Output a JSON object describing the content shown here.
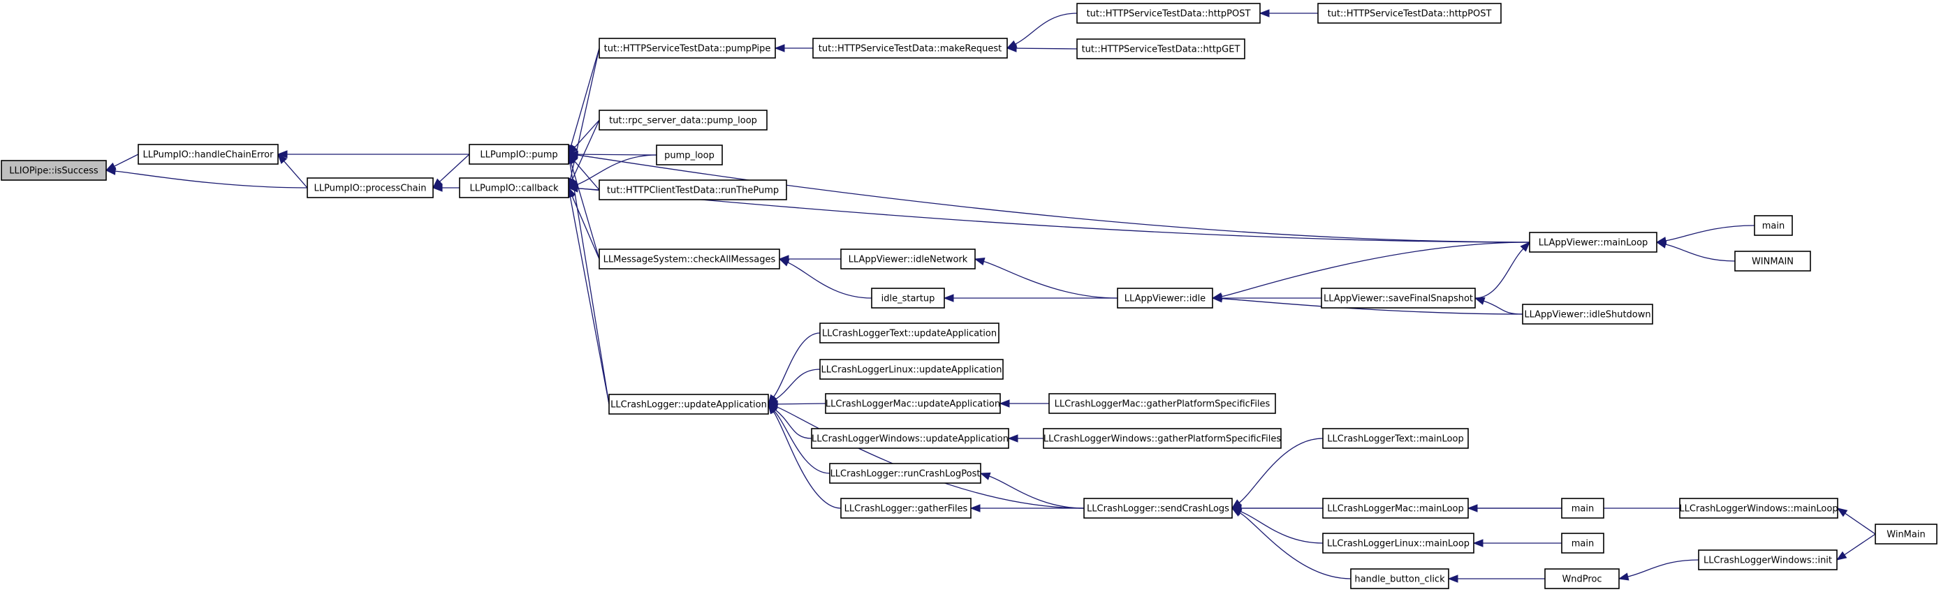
{
  "nodes": [
    {
      "id": "n0",
      "label": "LLIOPipe::isSuccess",
      "root": true
    },
    {
      "id": "n1",
      "label": "LLPumpIO::handleChainError"
    },
    {
      "id": "n2",
      "label": "LLPumpIO::processChain"
    },
    {
      "id": "n3",
      "label": "LLPumpIO::pump"
    },
    {
      "id": "n4",
      "label": "LLPumpIO::callback"
    },
    {
      "id": "n5",
      "label": "tut::HTTPServiceTestData::pumpPipe"
    },
    {
      "id": "n6",
      "label": "tut::rpc_server_data::pump_loop"
    },
    {
      "id": "n7",
      "label": "pump_loop"
    },
    {
      "id": "n8",
      "label": "tut::HTTPClientTestData::runThePump"
    },
    {
      "id": "n9",
      "label": "LLMessageSystem::checkAllMessages"
    },
    {
      "id": "n10",
      "label": "LLCrashLogger::updateApplication"
    },
    {
      "id": "n11",
      "label": "tut::HTTPServiceTestData::makeRequest"
    },
    {
      "id": "n12",
      "label": "tut::HTTPServiceTestData::httpPOST"
    },
    {
      "id": "n13",
      "label": "tut::HTTPServiceTestData::httpPOST"
    },
    {
      "id": "n14",
      "label": "tut::HTTPServiceTestData::httpGET"
    },
    {
      "id": "n15",
      "label": "LLAppViewer::mainLoop"
    },
    {
      "id": "n16",
      "label": "main"
    },
    {
      "id": "n17",
      "label": "WINMAIN"
    },
    {
      "id": "n18",
      "label": "LLAppViewer::idleNetwork"
    },
    {
      "id": "n19",
      "label": "idle_startup"
    },
    {
      "id": "n20",
      "label": "LLAppViewer::idle"
    },
    {
      "id": "n21",
      "label": "LLAppViewer::saveFinalSnapshot"
    },
    {
      "id": "n22",
      "label": "LLAppViewer::idleShutdown"
    },
    {
      "id": "n23",
      "label": "LLCrashLoggerText::updateApplication"
    },
    {
      "id": "n24",
      "label": "LLCrashLoggerLinux::updateApplication"
    },
    {
      "id": "n25",
      "label": "LLCrashLoggerMac::updateApplication"
    },
    {
      "id": "n26",
      "label": "LLCrashLoggerMac::gatherPlatformSpecificFiles"
    },
    {
      "id": "n27",
      "label": "LLCrashLoggerWindows::updateApplication"
    },
    {
      "id": "n28",
      "label": "LLCrashLoggerWindows::gatherPlatformSpecificFiles"
    },
    {
      "id": "n29",
      "label": "LLCrashLogger::runCrashLogPost"
    },
    {
      "id": "n30",
      "label": "LLCrashLogger::gatherFiles"
    },
    {
      "id": "n31",
      "label": "LLCrashLogger::sendCrashLogs"
    },
    {
      "id": "n32",
      "label": "LLCrashLoggerText::mainLoop"
    },
    {
      "id": "n33",
      "label": "LLCrashLoggerMac::mainLoop"
    },
    {
      "id": "n34",
      "label": "main"
    },
    {
      "id": "n35",
      "label": "LLCrashLoggerLinux::mainLoop"
    },
    {
      "id": "n36",
      "label": "main"
    },
    {
      "id": "n37",
      "label": "handle_button_click"
    },
    {
      "id": "n38",
      "label": "WndProc"
    },
    {
      "id": "n39",
      "label": "LLCrashLoggerWindows::mainLoop"
    },
    {
      "id": "n40",
      "label": "LLCrashLoggerWindows::init"
    },
    {
      "id": "n41",
      "label": "WinMain"
    }
  ],
  "edges": [
    [
      "n1",
      "n0"
    ],
    [
      "n2",
      "n0"
    ],
    [
      "n2",
      "n1"
    ],
    [
      "n3",
      "n1"
    ],
    [
      "n3",
      "n2"
    ],
    [
      "n4",
      "n2"
    ],
    [
      "n5",
      "n3"
    ],
    [
      "n6",
      "n3"
    ],
    [
      "n7",
      "n3"
    ],
    [
      "n8",
      "n3"
    ],
    [
      "n9",
      "n3"
    ],
    [
      "n10",
      "n3"
    ],
    [
      "n15",
      "n3"
    ],
    [
      "n5",
      "n4"
    ],
    [
      "n6",
      "n4"
    ],
    [
      "n7",
      "n4"
    ],
    [
      "n8",
      "n4"
    ],
    [
      "n9",
      "n4"
    ],
    [
      "n10",
      "n4"
    ],
    [
      "n15",
      "n4"
    ],
    [
      "n11",
      "n5"
    ],
    [
      "n12",
      "n11"
    ],
    [
      "n14",
      "n11"
    ],
    [
      "n13",
      "n12"
    ],
    [
      "n16",
      "n15"
    ],
    [
      "n17",
      "n15"
    ],
    [
      "n18",
      "n9"
    ],
    [
      "n19",
      "n9"
    ],
    [
      "n20",
      "n18"
    ],
    [
      "n20",
      "n19"
    ],
    [
      "n15",
      "n20"
    ],
    [
      "n21",
      "n20"
    ],
    [
      "n22",
      "n20"
    ],
    [
      "n21",
      "n15"
    ],
    [
      "n22",
      "n21"
    ],
    [
      "n23",
      "n10"
    ],
    [
      "n24",
      "n10"
    ],
    [
      "n25",
      "n10"
    ],
    [
      "n27",
      "n10"
    ],
    [
      "n29",
      "n10"
    ],
    [
      "n30",
      "n10"
    ],
    [
      "n31",
      "n10"
    ],
    [
      "n26",
      "n25"
    ],
    [
      "n28",
      "n27"
    ],
    [
      "n31",
      "n29"
    ],
    [
      "n31",
      "n30"
    ],
    [
      "n32",
      "n31"
    ],
    [
      "n33",
      "n31"
    ],
    [
      "n35",
      "n31"
    ],
    [
      "n37",
      "n31"
    ],
    [
      "n39",
      "n31"
    ],
    [
      "n34",
      "n33"
    ],
    [
      "n36",
      "n35"
    ],
    [
      "n38",
      "n37"
    ],
    [
      "n40",
      "n38"
    ],
    [
      "n41",
      "n39"
    ],
    [
      "n41",
      "n40"
    ]
  ]
}
